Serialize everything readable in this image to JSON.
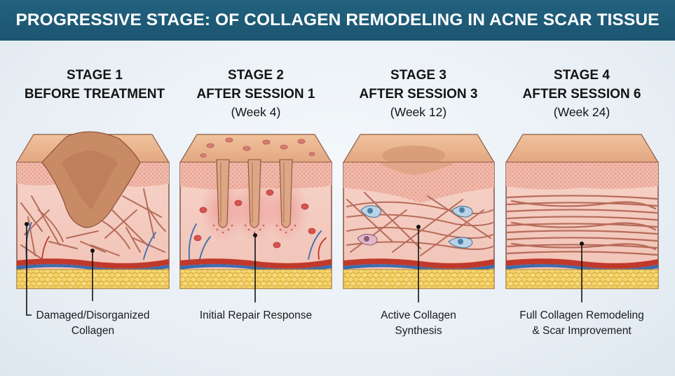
{
  "title": "PROGRESSIVE STAGE: OF COLLAGEN REMODELING IN ACNE SCAR TISSUE",
  "colors": {
    "title_bar": "#1f5b78",
    "epidermis": "#e9b58f",
    "dermis": "#f3c9bf",
    "collagen_fiber": "#b86a55",
    "fat": "#f0c95a",
    "artery": "#c0392b",
    "vein": "#3b6db0"
  },
  "stages": [
    {
      "number": "STAGE 1",
      "subtitle": "BEFORE TREATMENT",
      "week": "",
      "caption_line1": "Damaged/Disorganized",
      "caption_line2": "Collagen"
    },
    {
      "number": "STAGE 2",
      "subtitle": "AFTER SESSION 1",
      "week": "(Week 4)",
      "caption_line1": "Initial Repair Response",
      "caption_line2": ""
    },
    {
      "number": "STAGE 3",
      "subtitle": "AFTER SESSION 3",
      "week": "(Week 12)",
      "caption_line1": "Active Collagen",
      "caption_line2": "Synthesis"
    },
    {
      "number": "STAGE 4",
      "subtitle": "AFTER SESSION 6",
      "week": "(Week 24)",
      "caption_line1": "Full Collagen Remodeling",
      "caption_line2": "& Scar Improvement"
    }
  ]
}
